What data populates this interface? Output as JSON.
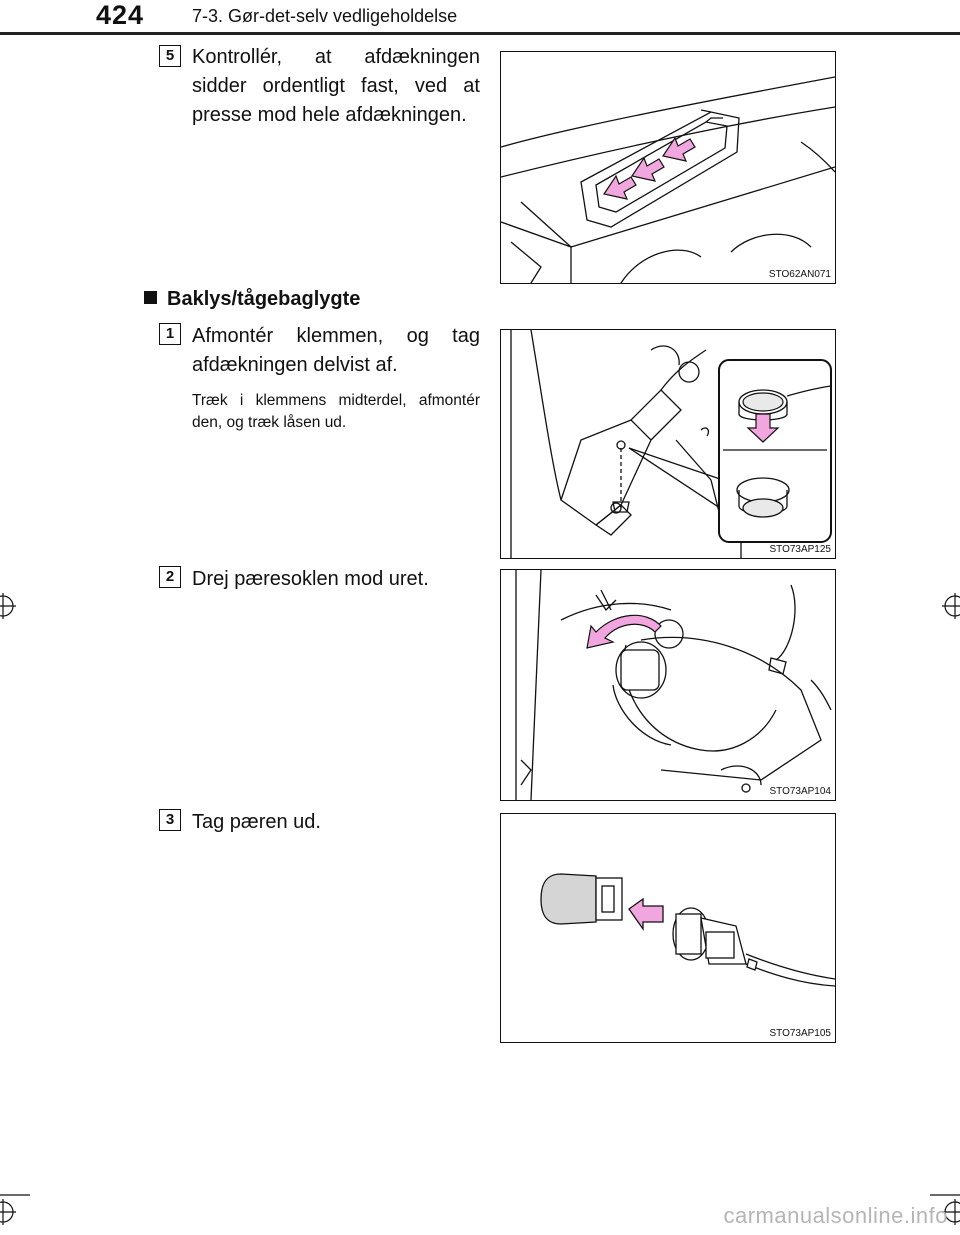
{
  "header": {
    "page_number": "424",
    "section": "7-3. Gør-det-selv vedligeholdelse"
  },
  "steps_top": {
    "step5": {
      "number": "5",
      "text": "Kontrollér, at afdækningen sidder ordentligt fast, ved at presse mod hele afdækningen.",
      "figure_code": "STO62AN071"
    }
  },
  "section": {
    "heading": "Baklys/tågebaglygte",
    "steps": [
      {
        "number": "1",
        "text": "Afmontér klemmen, og tag afdækningen delvist af.",
        "note": "Træk i klemmens midterdel, afmontér den, og træk låsen ud.",
        "figure_code": "STO73AP125"
      },
      {
        "number": "2",
        "text": "Drej pæresoklen mod uret.",
        "figure_code": "STO73AP104"
      },
      {
        "number": "3",
        "text": "Tag pæren ud.",
        "figure_code": "STO73AP105"
      }
    ]
  },
  "colors": {
    "arrow_fill": "#f2a6e0",
    "line": "#111111",
    "watermark": "#b5b5b5"
  },
  "footer": {
    "watermark": "carmanualsonline.info"
  }
}
